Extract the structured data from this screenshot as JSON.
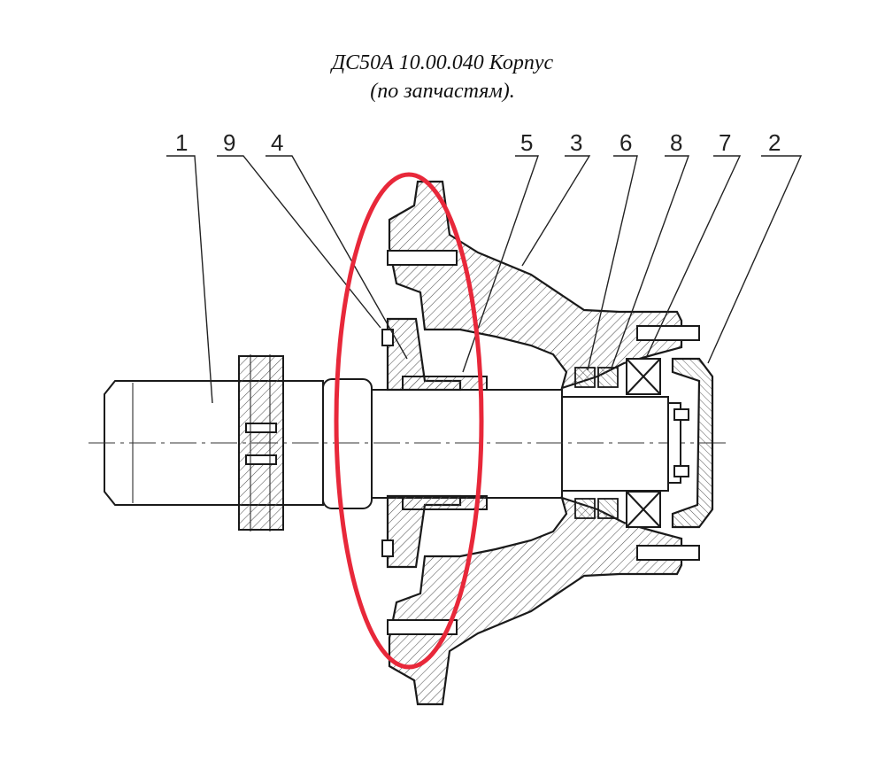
{
  "title": {
    "line1": "ДС50А 10.00.040 Корпус",
    "line2": "(по запчастям)."
  },
  "callouts": [
    "1",
    "9",
    "4",
    "5",
    "3",
    "6",
    "8",
    "7",
    "2"
  ],
  "colors": {
    "line": "#1a1a1a",
    "hatch": "#555555",
    "highlight": "#e8283a"
  }
}
